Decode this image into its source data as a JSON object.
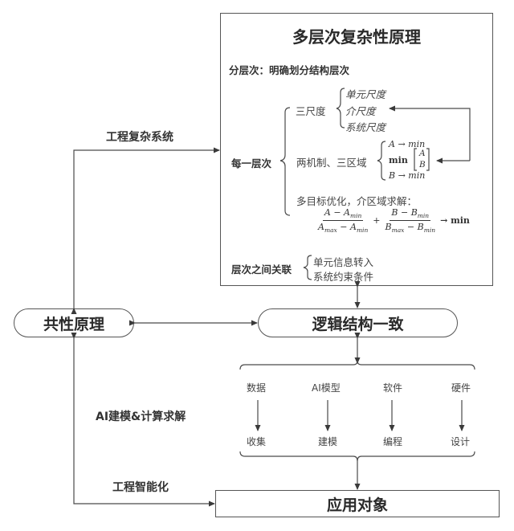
{
  "principle_box": {
    "title": "多层次复杂性原理",
    "layering": "分层次：明确划分结构层次",
    "each_layer": {
      "label": "每一层次",
      "three_scales": {
        "label": "三尺度",
        "items": [
          "单元尺度",
          "介尺度",
          "系统尺度"
        ]
      },
      "two_mechanisms": {
        "label": "两机制、三区域",
        "items": [
          "A → min",
          "min [A; B]",
          "B → min"
        ],
        "matrix_prefix": "min",
        "matrix_top": "A",
        "matrix_bottom": "B"
      },
      "multi_objective": {
        "label": "多目标优化，介区域求解：",
        "formula": {
          "term1_num": "A − A",
          "term1_num_sub": "min",
          "term1_den_a": "A",
          "term1_den_a_sub": "max",
          "term1_den_b": " − A",
          "term1_den_b_sub": "min",
          "plus": "+",
          "term2_num": "B − B",
          "term2_num_sub": "min",
          "term2_den_a": "B",
          "term2_den_a_sub": "max",
          "term2_den_b": " − B",
          "term2_den_b_sub": "min",
          "result": "→ min"
        }
      }
    },
    "inter_layer": {
      "label": "层次之间关联",
      "items": [
        "单元信息转入",
        "系统约束条件"
      ]
    }
  },
  "nodes": {
    "common_principle": "共性原理",
    "logic_consistency": "逻辑结构一致",
    "application_object": "应用对象"
  },
  "edge_labels": {
    "engineering_complex_system": "工程复杂系统",
    "ai_modeling": "AI建模&计算求解",
    "engineering_intelligence": "工程智能化"
  },
  "pipeline": [
    {
      "from": "数据",
      "to": "收集"
    },
    {
      "from": "AI模型",
      "to": "建模"
    },
    {
      "from": "软件",
      "to": "编程"
    },
    {
      "from": "硬件",
      "to": "设计"
    }
  ]
}
